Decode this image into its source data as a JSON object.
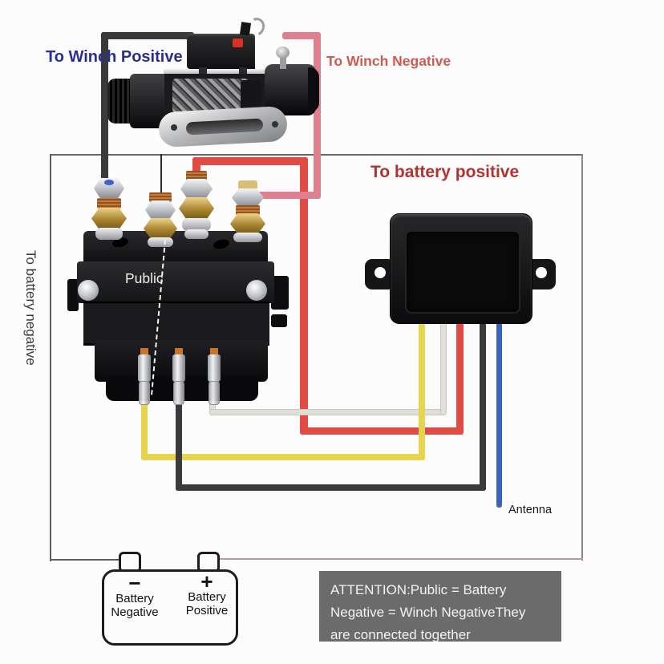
{
  "canvas": {
    "background": "#fcfcfc"
  },
  "labels": {
    "winch_positive": "To Winch Positive",
    "winch_negative": "To Winch Negative",
    "battery_positive": "To battery positive",
    "battery_negative": "To battery negative",
    "public": "Public",
    "antenna": "Antenna"
  },
  "label_colors": {
    "winch_positive": "#2b2f8c",
    "winch_negative": "#cd5a52",
    "battery_positive": "#b23230",
    "battery_negative": "#3a3a3a",
    "public": "#ededed",
    "antenna": "#1a1a1a"
  },
  "battery": {
    "negative_symbol": "−",
    "positive_symbol": "+",
    "negative_line1": "Battery",
    "negative_line2": "Negative",
    "positive_line1": "Battery",
    "positive_line2": "Positive"
  },
  "attention": {
    "line1": "ATTENTION:Public = Battery",
    "line2": "Negative = Winch NegativeThey",
    "line3": "are connected together",
    "background": "#6b6b6b",
    "text_color": "#f3f3f3"
  },
  "wire_colors": {
    "winch_positive_black": "#3a3a3c",
    "winch_negative_pink": "#e0808e",
    "battery_positive_red": "#e14b44",
    "control_yellow": "#e7d44e",
    "control_white": "#e0ded6",
    "control_black": "#3a3a3c",
    "antenna_blue": "#3a63c0",
    "battery_loop_gray": "#636363",
    "battery_positive_thin_pink": "#b59aa2"
  }
}
